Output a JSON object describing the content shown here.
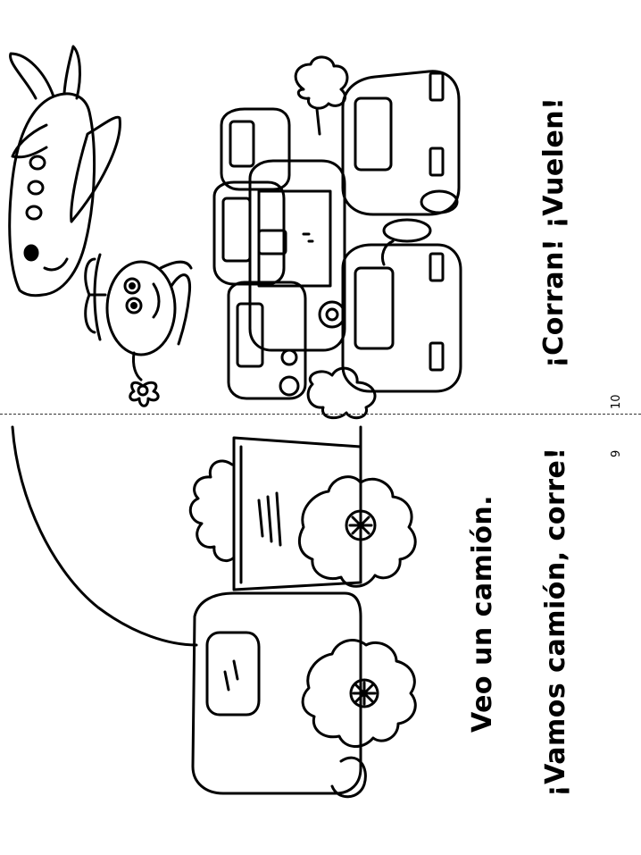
{
  "left_page": {
    "line1": "Veo un camión.",
    "line2": "¡Vamos camión, corre!",
    "page_number": "9"
  },
  "right_page": {
    "line1": "¡Corran! ¡Vuelen!",
    "page_number": "10"
  },
  "colors": {
    "ink": "#000000",
    "paper": "#ffffff"
  }
}
